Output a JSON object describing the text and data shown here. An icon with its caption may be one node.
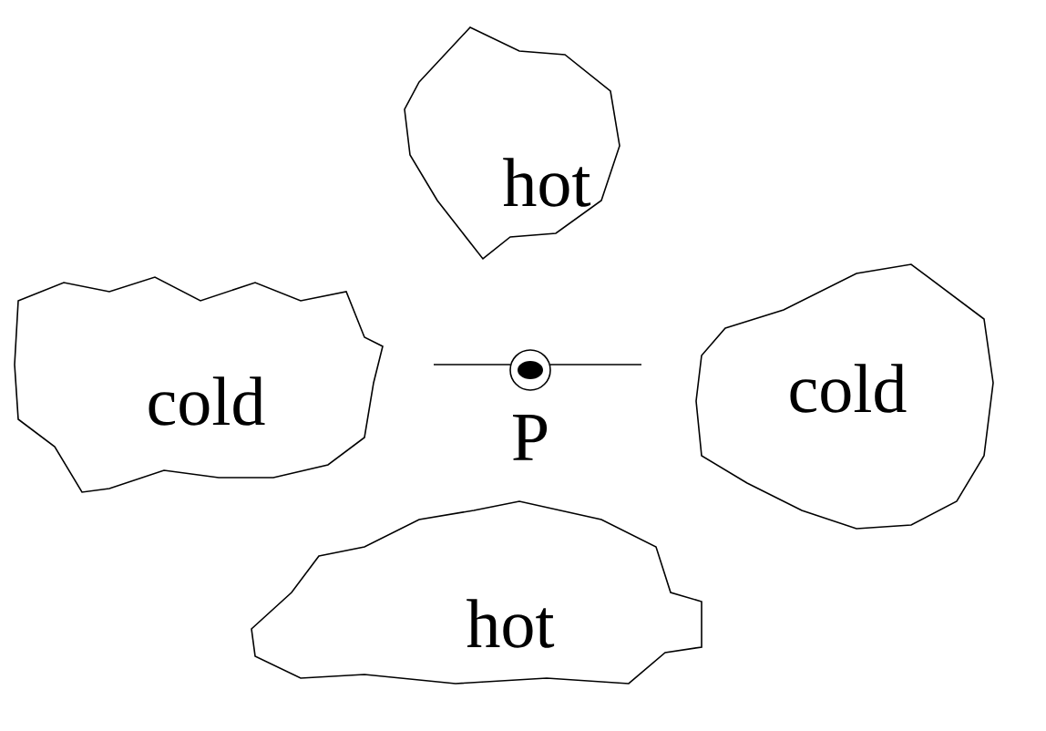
{
  "diagram": {
    "nodes": [
      {
        "text": [
          "hot"
        ]
      },
      {
        "text": [
          "cold"
        ]
      },
      {
        "text": [
          "cold"
        ]
      },
      {
        "text": [
          "hot"
        ]
      }
    ],
    "labels": [
      "P"
    ]
  }
}
